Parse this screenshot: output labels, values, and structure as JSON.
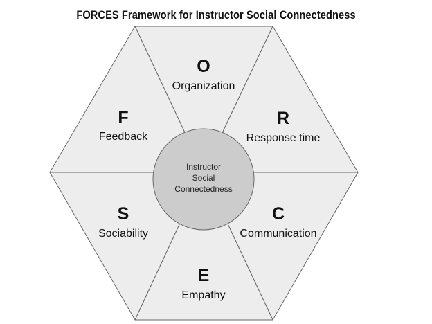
{
  "title": "FORCES Framework for Instructor Social Connectedness",
  "center": {
    "lines": [
      "Instructor",
      "Social",
      "Connectedness"
    ]
  },
  "segments": [
    {
      "letter": "O",
      "label": "Organization"
    },
    {
      "letter": "R",
      "label": "Response time"
    },
    {
      "letter": "C",
      "label": "Communication"
    },
    {
      "letter": "E",
      "label": "Empathy"
    },
    {
      "letter": "S",
      "label": "Sociability"
    },
    {
      "letter": "F",
      "label": "Feedback"
    }
  ],
  "colors": {
    "segment_fill": "#ededed",
    "center_fill": "#cccccc",
    "stroke": "#666666",
    "text": "#111111"
  }
}
